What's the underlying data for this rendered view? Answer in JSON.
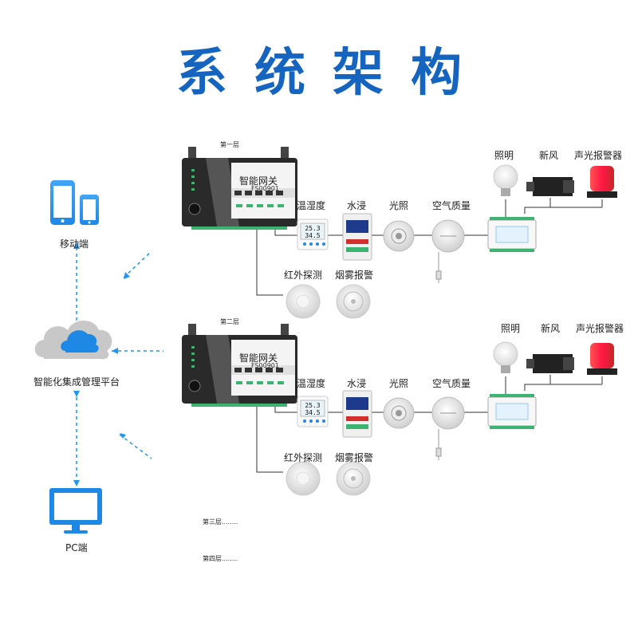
{
  "title": "系统架构",
  "left_nodes": {
    "mobile": "移动端",
    "platform": "智能化集成管理平台",
    "pc": "PC端"
  },
  "floors": [
    {
      "name": "第一层",
      "gateway": {
        "label": "智能网关",
        "model": "FS00901"
      },
      "sensors": [
        "温湿度",
        "水浸",
        "光照",
        "空气质量"
      ],
      "sensors_row2": [
        "红外探测",
        "烟雾报警"
      ],
      "outputs": [
        "照明",
        "新风",
        "声光报警器"
      ],
      "th_display": {
        "temp": "25.3",
        "hum": "34.5"
      }
    },
    {
      "name": "第二层",
      "gateway": {
        "label": "智能网关",
        "model": "FS00901"
      },
      "sensors": [
        "温湿度",
        "水浸",
        "光照",
        "空气质量"
      ],
      "sensors_row2": [
        "红外探测",
        "烟雾报警"
      ],
      "outputs": [
        "照明",
        "新风",
        "声光报警器"
      ],
      "th_display": {
        "temp": "25.3",
        "hum": "34.5"
      }
    }
  ],
  "more_floors": [
    "第三层........",
    "第四层........"
  ],
  "colors": {
    "title": "#1565c0",
    "accent": "#2196f3",
    "line": "#333333"
  }
}
